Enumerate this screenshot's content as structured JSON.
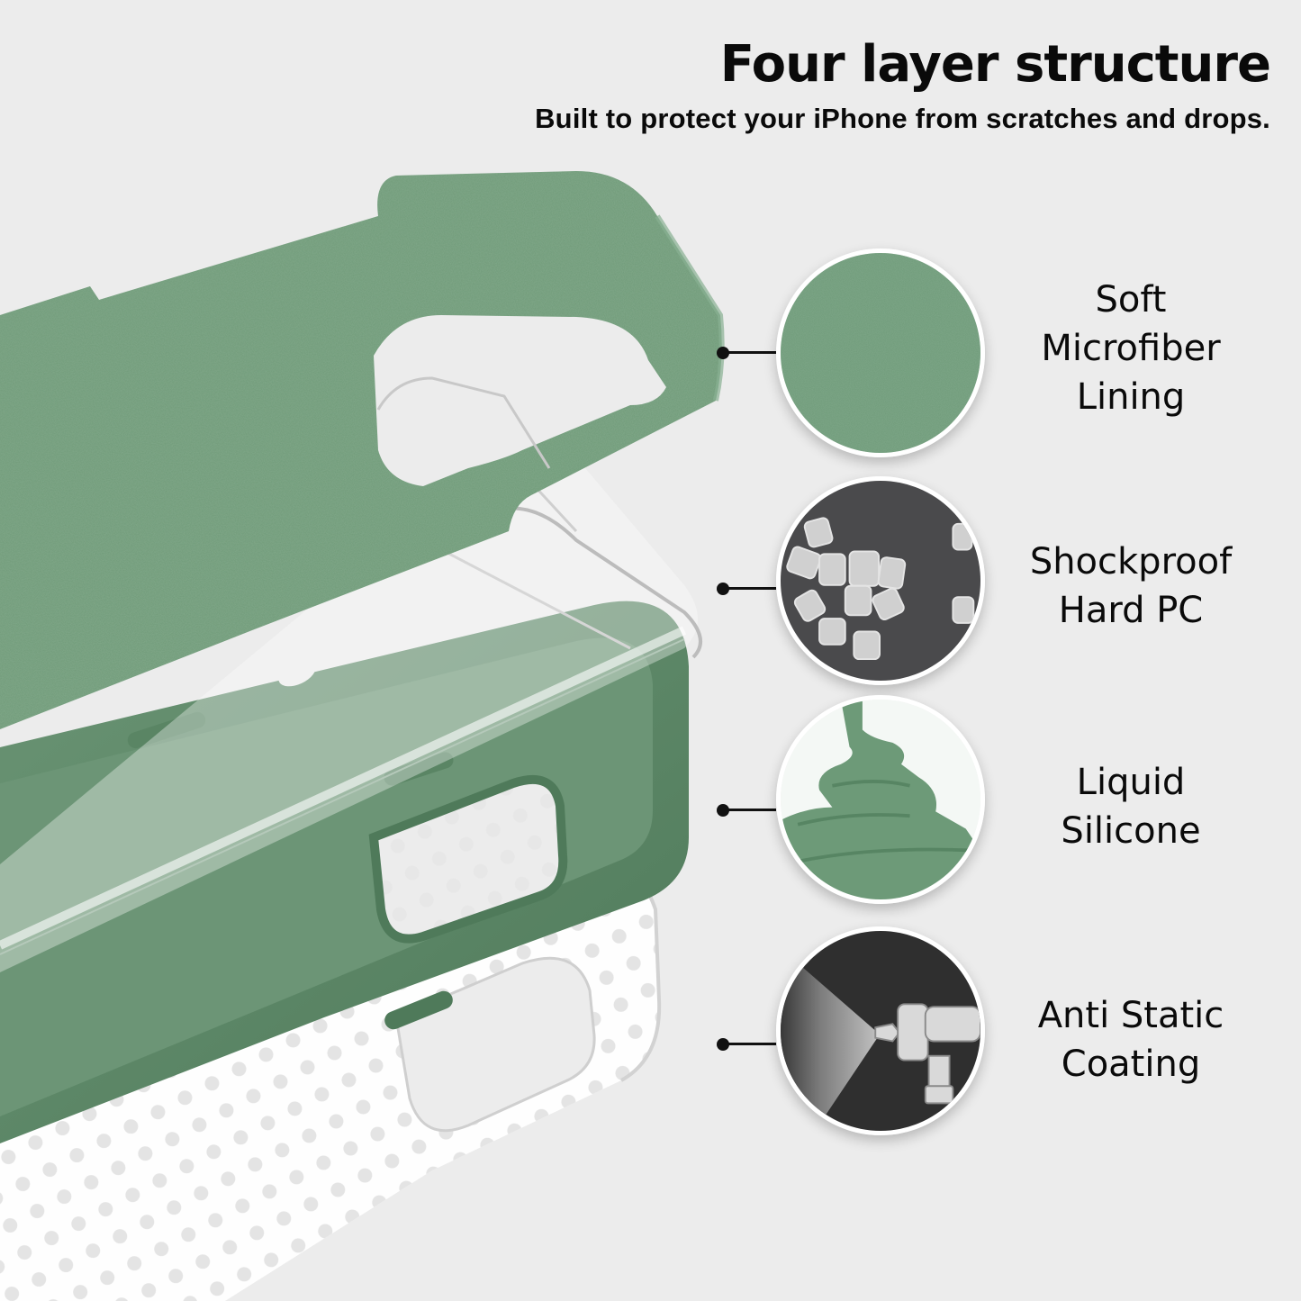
{
  "header": {
    "title": "Four layer structure",
    "subtitle": "Built to protect your iPhone from scratches and drops."
  },
  "colors": {
    "background": "#ececec",
    "microfiber_green": "#6f9a78",
    "silicone_green": "#5f8a6a",
    "silicone_shadow": "#4f7a5a",
    "text": "#0a0a0a"
  },
  "layers": [
    {
      "name": "microfiber-lining-layer",
      "color": "#6f9a78"
    },
    {
      "name": "hard-pc-layer",
      "color": "transparent"
    },
    {
      "name": "liquid-silicone-layer",
      "color": "#5f8a6a"
    },
    {
      "name": "anti-static-coating-layer",
      "color": "transparent-dotted"
    }
  ],
  "features": [
    {
      "line1": "Soft",
      "line2": "Microfiber",
      "line3": "Lining",
      "icon": "microfiber-texture-icon"
    },
    {
      "line1": "Shockproof",
      "line2": "Hard PC",
      "icon": "pc-pellets-icon"
    },
    {
      "line1": "Liquid",
      "line2": "Silicone",
      "icon": "liquid-silicone-swirl-icon"
    },
    {
      "line1": "Anti Static",
      "line2": "Coating",
      "icon": "spray-gun-icon"
    }
  ]
}
